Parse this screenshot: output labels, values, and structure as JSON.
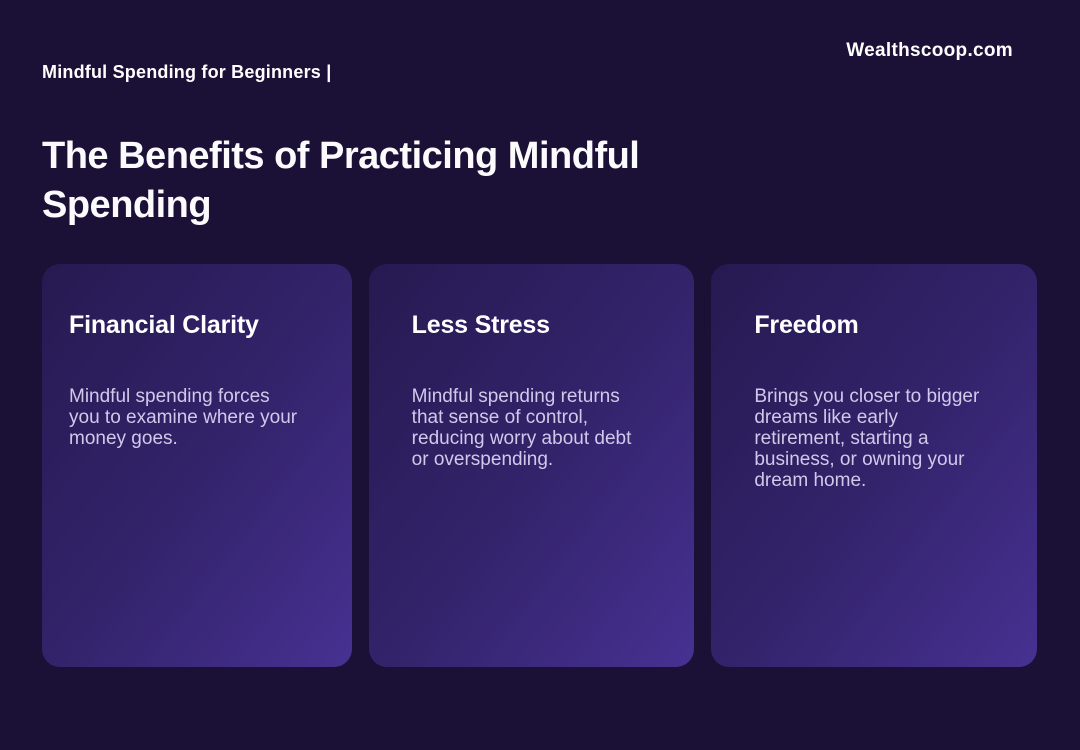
{
  "header": {
    "eyebrow": "Mindful Spending for Beginners |",
    "brand": "Wealthscoop.com"
  },
  "title": "The Benefits of Practicing Mindful Spending",
  "cards": [
    {
      "heading": "Financial Clarity",
      "body": "Mindful spending forces you to examine where your money goes."
    },
    {
      "heading": "Less Stress",
      "body": "Mindful spending returns that sense of control, reducing worry about debt or overspending."
    },
    {
      "heading": "Freedom",
      "body": "Brings you closer to bigger dreams like early retirement, starting a business, or owning your dream home."
    }
  ],
  "colors": {
    "bg": "#1b1036",
    "card-g1": "#261a51",
    "card-g2": "#33236b",
    "card-g3": "#473192",
    "heading": "#ffffff",
    "body-text": "#d2c8ea",
    "title-text": "#fbfafd"
  }
}
